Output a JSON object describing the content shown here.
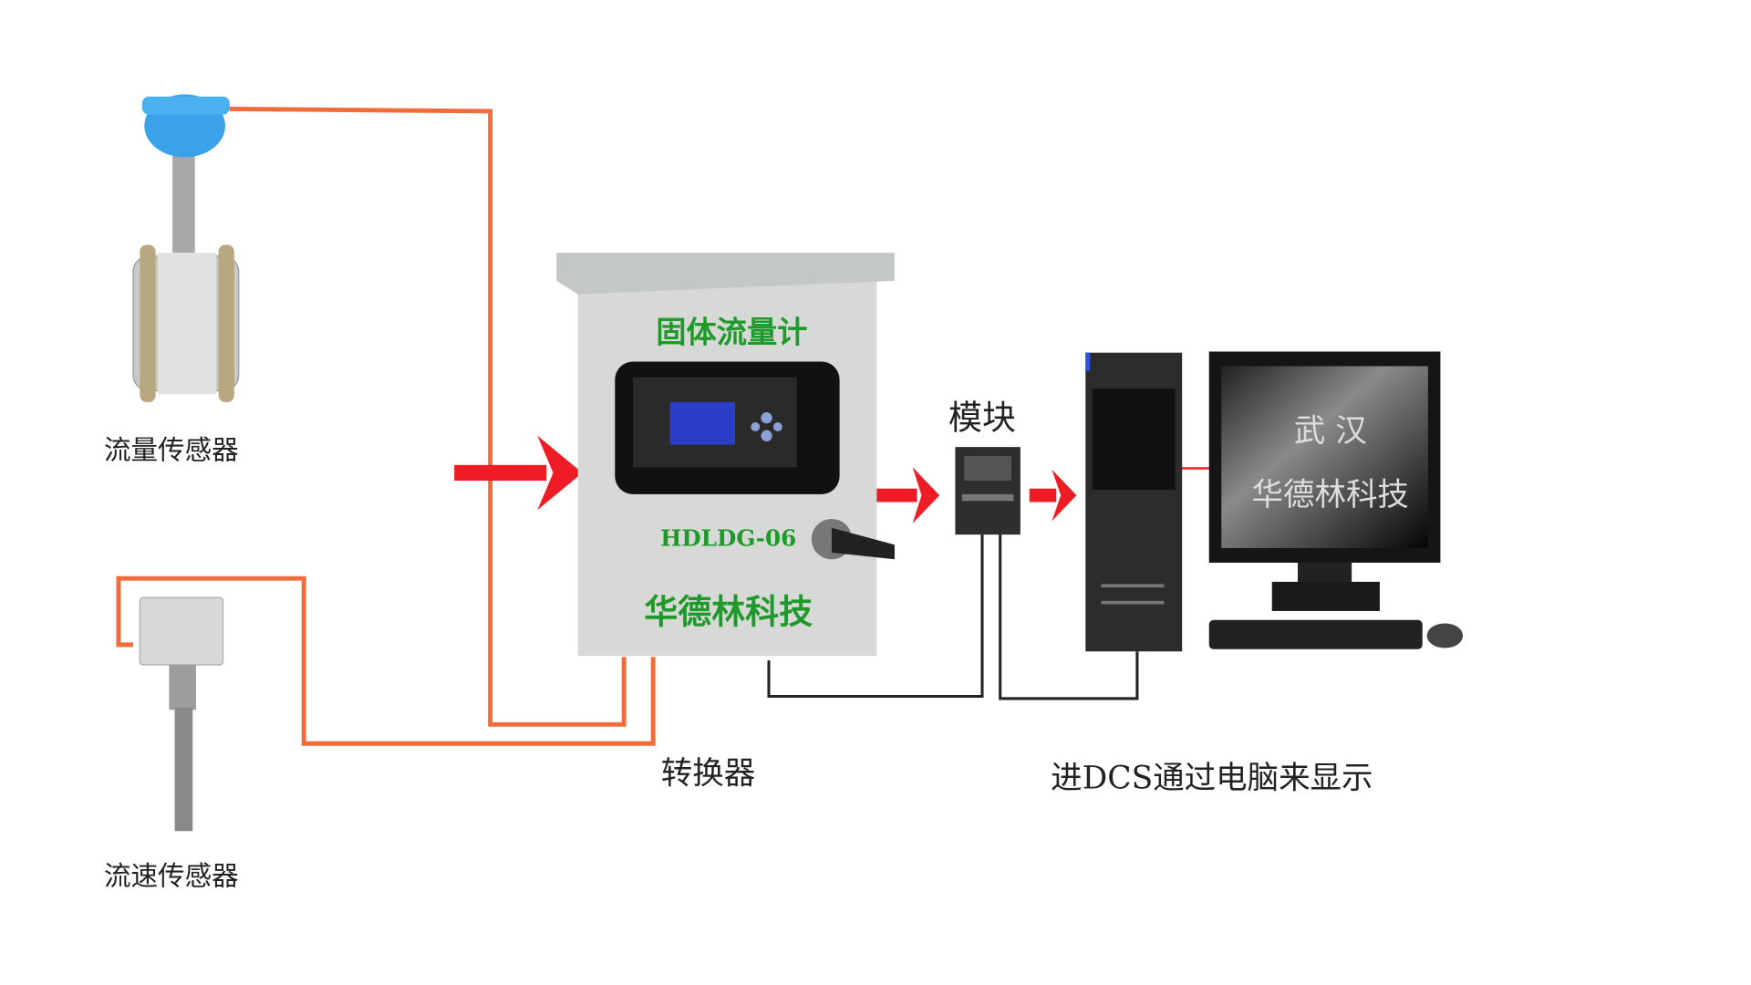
{
  "labels": {
    "flow_sensor": "流量传感器",
    "velocity_sensor": "流速传感器",
    "converter": "转换器",
    "module": "模块",
    "dcs": "进DCS通过电脑来显示"
  },
  "cabinet": {
    "title": "固体流量计",
    "model": "HDLDG-06",
    "brand": "华德林科技"
  },
  "monitor": {
    "line1": "武 汉",
    "line2": "华德林科技"
  },
  "colors": {
    "wire": "#f26b3a",
    "arrow": "#ee1c25",
    "green_text": "#1f9a2a",
    "signal_line": "#222222"
  }
}
